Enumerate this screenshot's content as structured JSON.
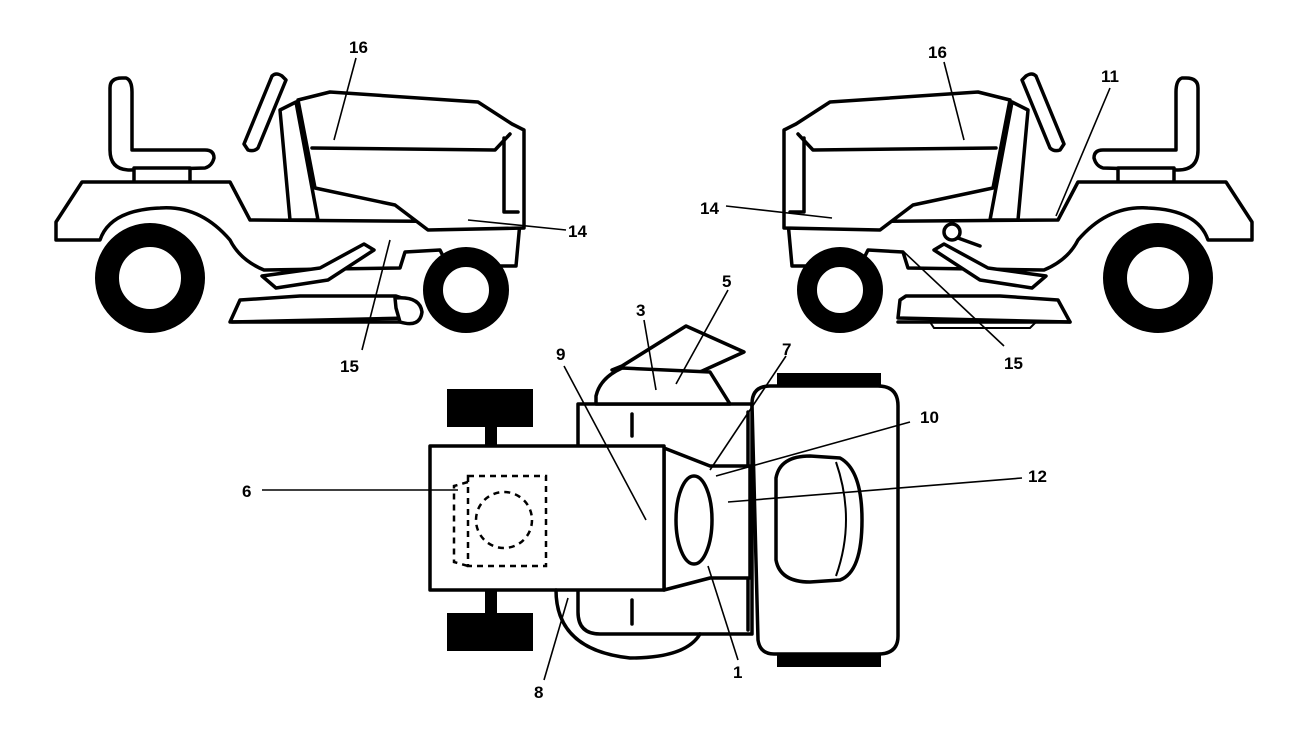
{
  "callouts": {
    "c16_left": "16",
    "c14_left": "14",
    "c15_left": "15",
    "c16_right": "16",
    "c11": "11",
    "c14_right": "14",
    "c15_right": "15",
    "c3": "3",
    "c5": "5",
    "c7": "7",
    "c9": "9",
    "c10": "10",
    "c12": "12",
    "c6": "6",
    "c8": "8",
    "c1": "1"
  },
  "colors": {
    "line": "#000000",
    "background": "#ffffff"
  }
}
